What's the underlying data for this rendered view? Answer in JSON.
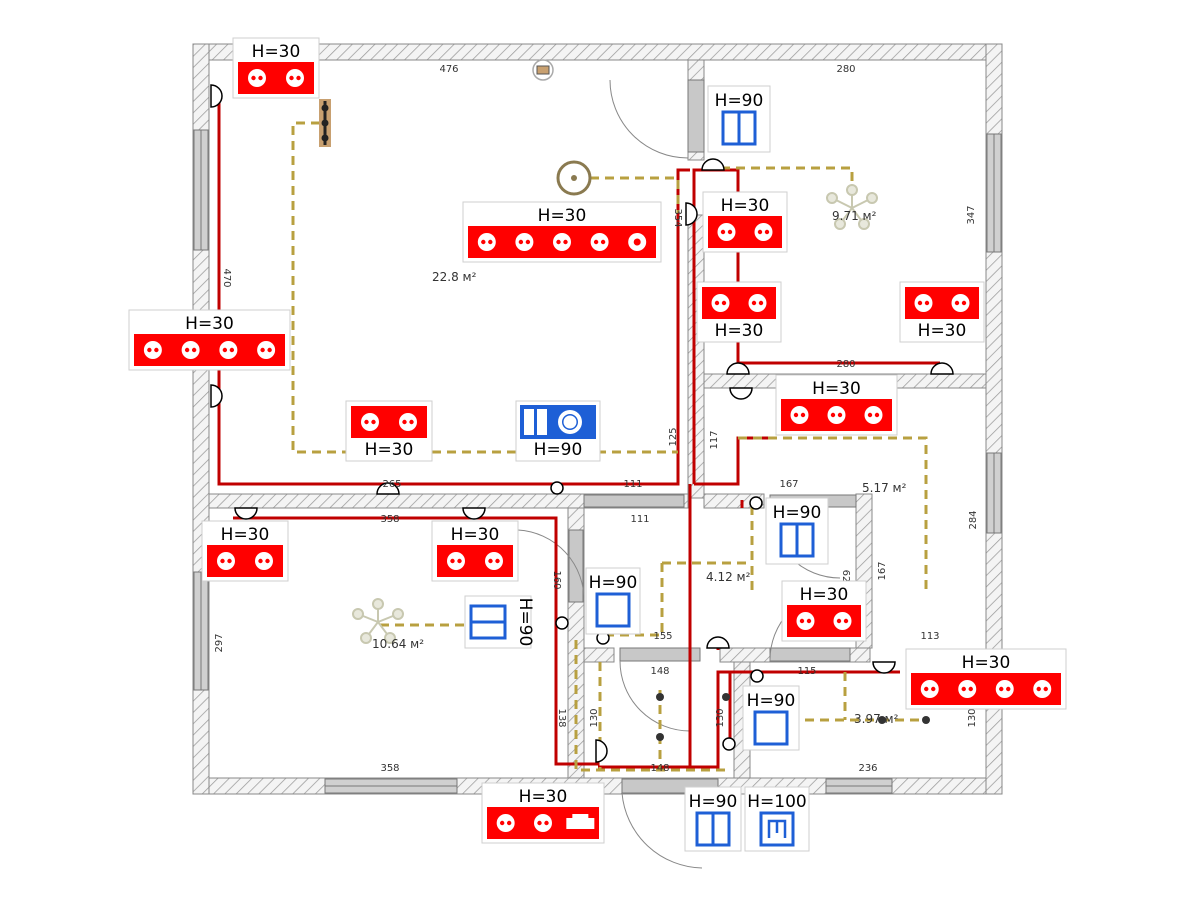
{
  "colors": {
    "wall_hatch": "#9a9a9a",
    "wall_fill": "#f4f4f4",
    "window": "#b0b0b0",
    "power_wire": "#c00000",
    "light_wire": "#b8a040",
    "outlet_block": "#ff0000",
    "switch_block": "#1e5fd6"
  },
  "rooms": [
    {
      "id": "living",
      "area_label": "22.8 м²"
    },
    {
      "id": "bedroom-ne",
      "area_label": "9.71 м²"
    },
    {
      "id": "bedroom-sw",
      "area_label": "10.64 м²"
    },
    {
      "id": "bath",
      "area_label": "5.17 м²"
    },
    {
      "id": "hall",
      "area_label": "4.12 м²"
    },
    {
      "id": "corridor",
      "area_label": "3.97 м²"
    }
  ],
  "dimensions": {
    "d476": "476",
    "d280_top": "280",
    "d280_mid": "280",
    "d470": "470",
    "d347": "347",
    "d354": "354",
    "d125": "125",
    "d117": "117",
    "d265": "265",
    "d111a": "111",
    "d111b": "111",
    "d167a": "167",
    "d167b": "167",
    "d358_top": "358",
    "d358_bottom": "358",
    "d160": "160",
    "d297": "297",
    "d284": "284",
    "d155": "155",
    "d148_top": "148",
    "d148_bottom": "148",
    "d115": "115",
    "d113": "113",
    "d138": "138",
    "d130a": "130",
    "d130b": "130",
    "d130c": "130",
    "d236": "236",
    "d62": "62"
  },
  "devices": {
    "outlet_tl": {
      "height_label": "H=30",
      "count": 2
    },
    "outlet_living_center": {
      "height_label": "H=30",
      "count": 5
    },
    "outlet_left": {
      "height_label": "H=30",
      "count": 4
    },
    "outlet_living_bottom": {
      "height_label": "H=30",
      "count": 2
    },
    "switch_living": {
      "height_label": "H=90"
    },
    "switch_ne": {
      "height_label": "H=90"
    },
    "outlet_ne_top": {
      "height_label": "H=30",
      "count": 2
    },
    "outlet_ne_mid": {
      "height_label": "H=30",
      "count": 2
    },
    "outlet_ne_right": {
      "height_label": "H=30",
      "count": 2
    },
    "outlet_bath": {
      "height_label": "H=30",
      "count": 3
    },
    "switch_bath": {
      "height_label": "H=90"
    },
    "outlet_sw_left": {
      "height_label": "H=30",
      "count": 2
    },
    "outlet_sw_center": {
      "height_label": "H=30",
      "count": 2
    },
    "switch_hall": {
      "height_label": "H=90"
    },
    "switch_sw_rotated": {
      "height_label": "H=90"
    },
    "outlet_hall": {
      "height_label": "H=30",
      "count": 2
    },
    "outlet_corridor": {
      "height_label": "H=30",
      "count": 4
    },
    "switch_corridor": {
      "height_label": "H=90"
    },
    "outlet_entry": {
      "height_label": "H=30",
      "count": 3
    },
    "switch_entry": {
      "height_label": "H=90"
    },
    "switch_entry_m": {
      "height_label": "H=100"
    }
  }
}
